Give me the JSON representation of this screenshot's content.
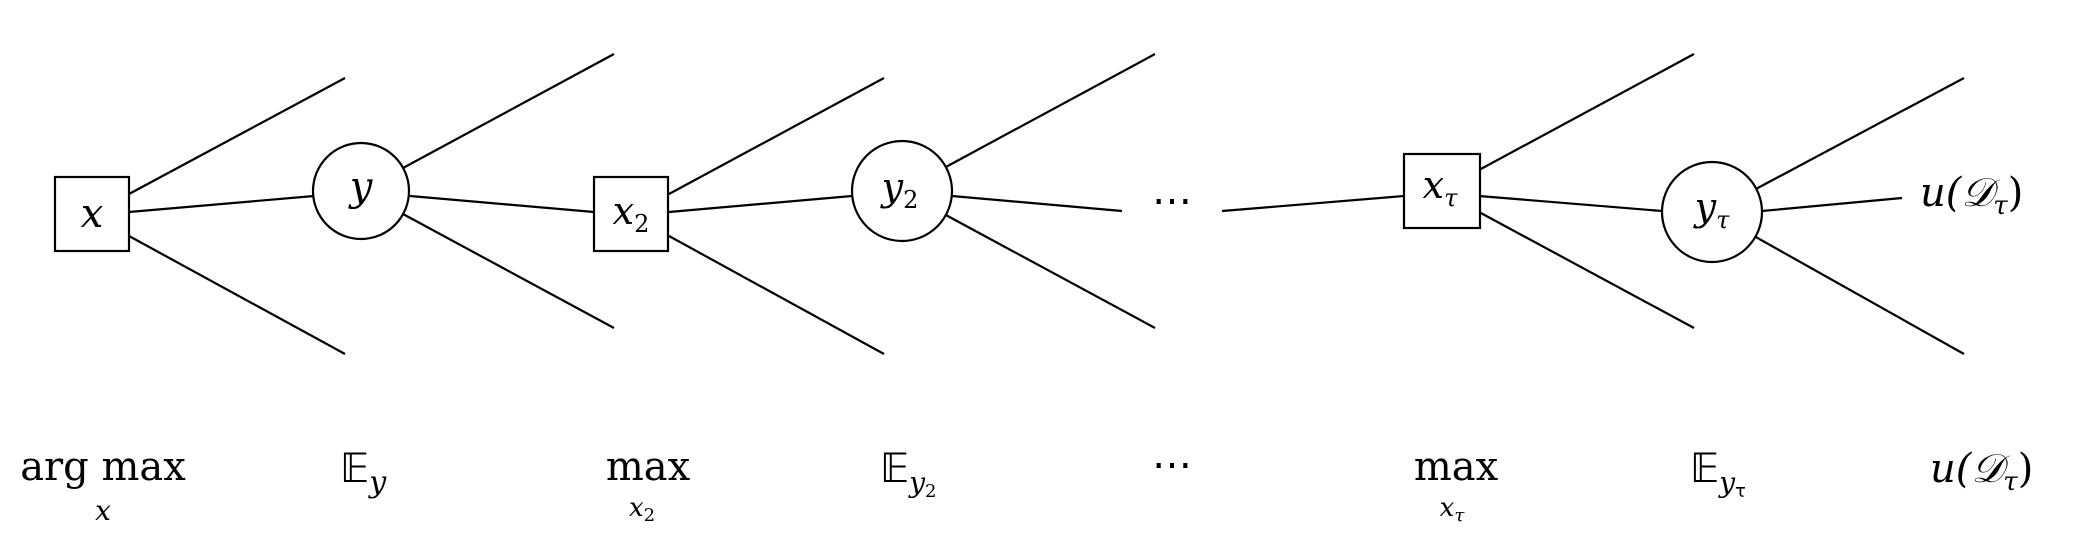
{
  "nodes": {
    "x": {
      "label": "x"
    },
    "y": {
      "label": "y"
    },
    "x2": {
      "base": "x",
      "sub": "2"
    },
    "y2": {
      "base": "y",
      "sub": "2"
    },
    "dots": {
      "label": "⋯"
    },
    "xtau": {
      "base": "x",
      "sub": "τ"
    },
    "ytau": {
      "base": "y",
      "sub": "τ"
    },
    "utility": {
      "base": "u(",
      "script": "𝒟",
      "sub": "τ",
      "close": ")"
    }
  },
  "operators": {
    "argmax": {
      "op": "arg max",
      "var": "x"
    },
    "ey": {
      "op": "𝔼",
      "sub": "y"
    },
    "max2": {
      "op": "max",
      "var_base": "x",
      "var_sub": "2"
    },
    "ey2": {
      "op": "𝔼",
      "sub_base": "y",
      "sub_sub": "2"
    },
    "dots": {
      "label": "⋯"
    },
    "maxtau": {
      "op": "max",
      "var_base": "x",
      "var_sub": "τ"
    },
    "eytau": {
      "op": "𝔼",
      "sub_base": "y",
      "sub_sub": "τ"
    },
    "utility": {
      "base": "u(",
      "script": "𝒟",
      "sub": "τ",
      "close": ")"
    }
  }
}
